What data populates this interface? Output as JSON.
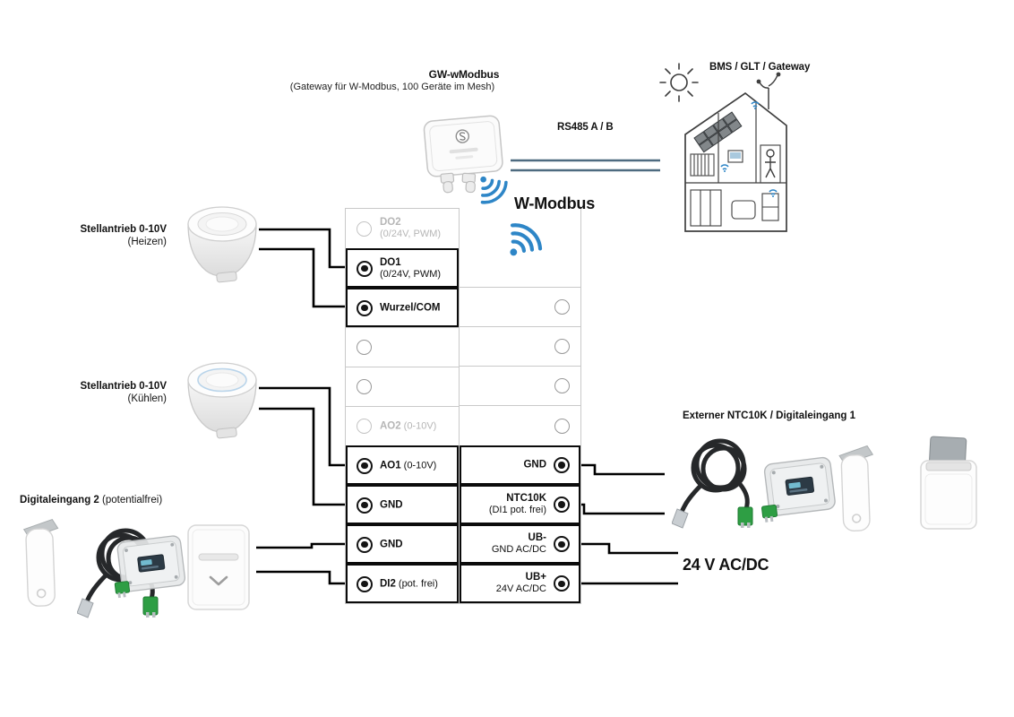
{
  "colors": {
    "wire": "#000000",
    "bus_line": "#4e6b80",
    "wifi_blue": "#2e86c7",
    "muted_text": "#b6b6b6",
    "connector_green": "#2e9e44"
  },
  "header": {
    "gateway_title": "GW-wModbus",
    "gateway_subtitle": "(Gateway für W-Modbus, 100 Geräte im Mesh)",
    "bus_label": "RS485 A / B",
    "bms_label": "BMS / GLT / Gateway",
    "wmodbus_label": "W-Modbus"
  },
  "left": {
    "actuator1_title": "Stellantrieb 0-10V",
    "actuator1_sub": "(Heizen)",
    "actuator2_title": "Stellantrieb 0-10V",
    "actuator2_sub": "(Kühlen)",
    "di2_title": "Digitaleingang 2",
    "di2_sub": "(potentialfrei)"
  },
  "right": {
    "ntc_title": "Externer NTC10K / Digitaleingang 1",
    "power_label": "24 V AC/DC"
  },
  "terminals": {
    "do2": {
      "name": "DO2",
      "detail": "(0/24V, PWM)"
    },
    "do1": {
      "name": "DO1",
      "detail": "(0/24V, PWM)"
    },
    "com": {
      "name": "Wurzel/COM"
    },
    "ao2": {
      "name": "AO2",
      "detail": "(0-10V)"
    },
    "ao1": {
      "name": "AO1",
      "detail": "(0-10V)"
    },
    "gnd1": {
      "name": "GND"
    },
    "gnd2": {
      "name": "GND"
    },
    "di2": {
      "name": "DI2",
      "detail": "(pot. frei)"
    },
    "r_gnd": {
      "name": "GND"
    },
    "r_ntc": {
      "name": "NTC10K",
      "detail": "(DI1 pot. frei)"
    },
    "r_ubm": {
      "name": "UB-",
      "detail": "GND AC/DC"
    },
    "r_ubp": {
      "name": "UB+",
      "detail": "24V AC/DC"
    }
  },
  "icons": {
    "wifi": "wifi-icon",
    "sun": "sun-icon",
    "anemometer": "anemometer-icon"
  }
}
